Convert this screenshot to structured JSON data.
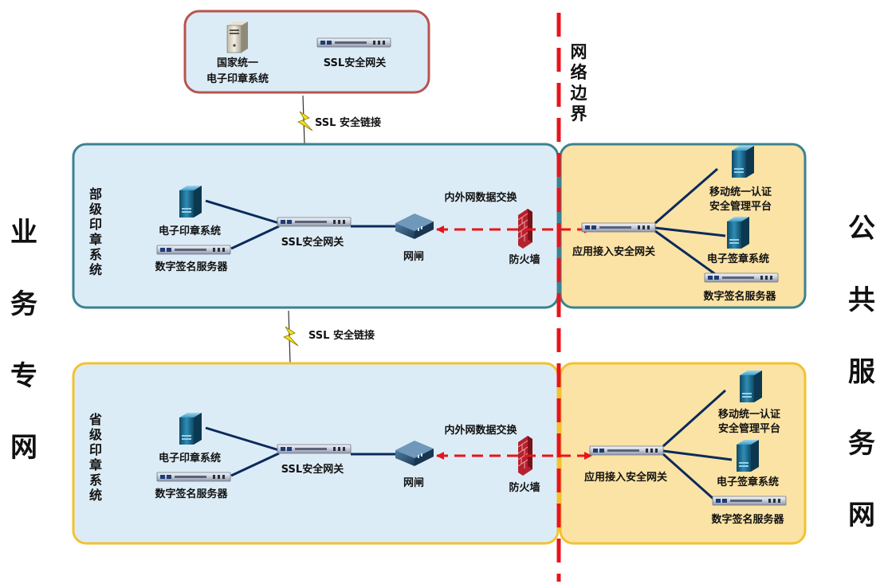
{
  "top_box": {
    "system_label": [
      "国家统一",
      "电子印章系统"
    ],
    "gateway_label": "SSL安全网关"
  },
  "links": {
    "ssl_link_top": "SSL 安全链接",
    "ssl_link_mid": "SSL 安全链接"
  },
  "boundary_label": [
    "网",
    "络",
    "边",
    "界"
  ],
  "left_side_label": [
    "业",
    "务",
    "专",
    "网"
  ],
  "right_side_label": [
    "公",
    "共",
    "服",
    "务",
    "网"
  ],
  "ministry": {
    "title": [
      "部",
      "级",
      "印",
      "章",
      "系",
      "统"
    ],
    "seal_system": "电子印章系统",
    "sign_server": "数字签名服务器",
    "ssl_gateway": "SSL安全网关",
    "gap": "网闸",
    "exchange": "内外网数据交换",
    "firewall": "防火墙",
    "app_gateway": "应用接入安全网关",
    "auth_platform": [
      "移动统一认证",
      "安全管理平台"
    ],
    "sign_system": "电子签章系统",
    "sign_server_public": "数字签名服务器"
  },
  "province": {
    "title": [
      "省",
      "级",
      "印",
      "章",
      "系",
      "统"
    ],
    "seal_system": "电子印章系统",
    "sign_server": "数字签名服务器",
    "ssl_gateway": "SSL安全网关",
    "gap": "网闸",
    "exchange": "内外网数据交换",
    "firewall": "防火墙",
    "app_gateway": "应用接入安全网关",
    "auth_platform": [
      "移动统一认证",
      "安全管理平台"
    ],
    "sign_system": "电子签章系统",
    "sign_server_public": "数字签名服务器"
  },
  "colors": {
    "top_border": "#b85450",
    "top_fill": "#dcecf6",
    "ministry_border": "#3b8291",
    "ministry_fill": "#dcecf6",
    "ministry_public_fill": "#fbe3a5",
    "province_border": "#f2c230",
    "province_fill": "#dcecf6",
    "province_public_fill": "#fbe3a5",
    "boundary": "#e8141b",
    "arrow": "#e8141b",
    "connector": "#0b2a5c"
  }
}
